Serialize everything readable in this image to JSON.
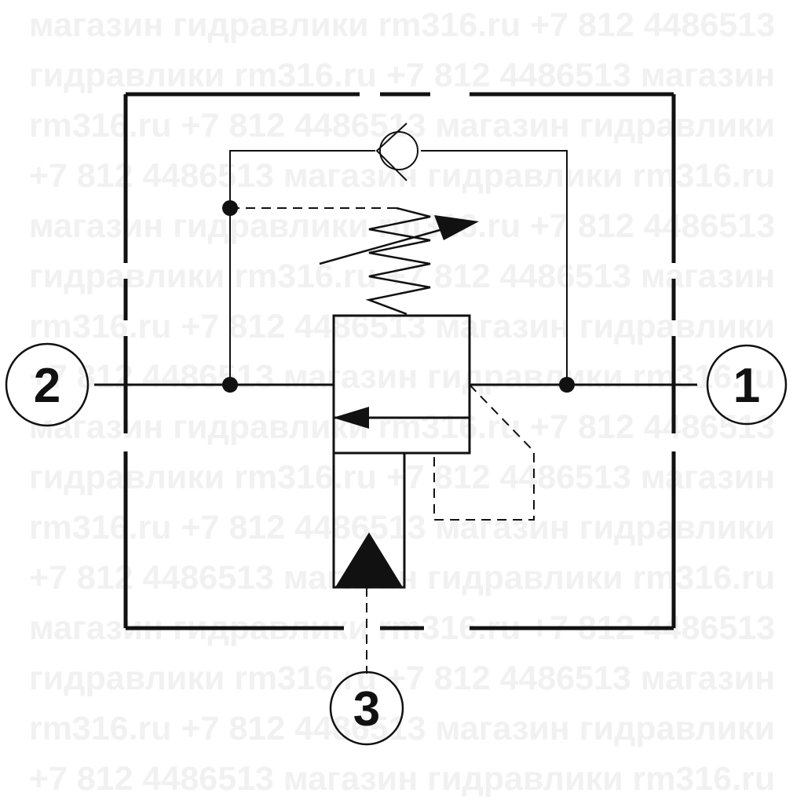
{
  "watermark": {
    "lines": [
      "магазин гидравлики rm316.ru +7 812 4486513",
      "гидравлики rm316.ru +7 812 4486513 магазин",
      "rm316.ru +7 812 4486513 магазин гидравлики",
      "+7 812 4486513 магазин гидравлики rm316.ru",
      "магазин гидравлики rm316.ru +7 812 4486513",
      "гидравлики rm316.ru +7 812 4486513 магазин",
      "rm316.ru +7 812 4486513 магазин гидравлики",
      "+7 812 4486513 магазин гидравлики rm316.ru",
      "магазин гидравлики rm316.ru +7 812 4486513",
      "гидравлики rm316.ru +7 812 4486513 магазин",
      "rm316.ru +7 812 4486513 магазин гидравлики",
      "+7 812 4486513 магазин гидравлики rm316.ru",
      "магазин гидравлики rm316.ru +7 812 4486513",
      "гидравлики rm316.ru +7 812 4486513 магазин",
      "rm316.ru +7 812 4486513 магазин гидравлики",
      "+7 812 4486513 магазин гидравлики rm316.ru"
    ]
  },
  "ports": {
    "left": "2",
    "right": "1",
    "bottom": "3"
  },
  "colors": {
    "line": "#111111",
    "watermark": "#f1f1f1",
    "background": "#ffffff"
  }
}
